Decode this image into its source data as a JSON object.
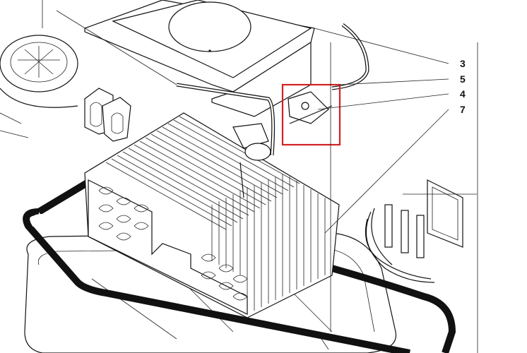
{
  "callouts": [
    {
      "label": "3"
    },
    {
      "label": "5"
    },
    {
      "label": "4"
    },
    {
      "label": "7"
    }
  ],
  "highlight": {
    "color": "#d42020",
    "target": "callout 4 part"
  },
  "colors": {
    "line": "#111111",
    "background": "#ffffff"
  }
}
